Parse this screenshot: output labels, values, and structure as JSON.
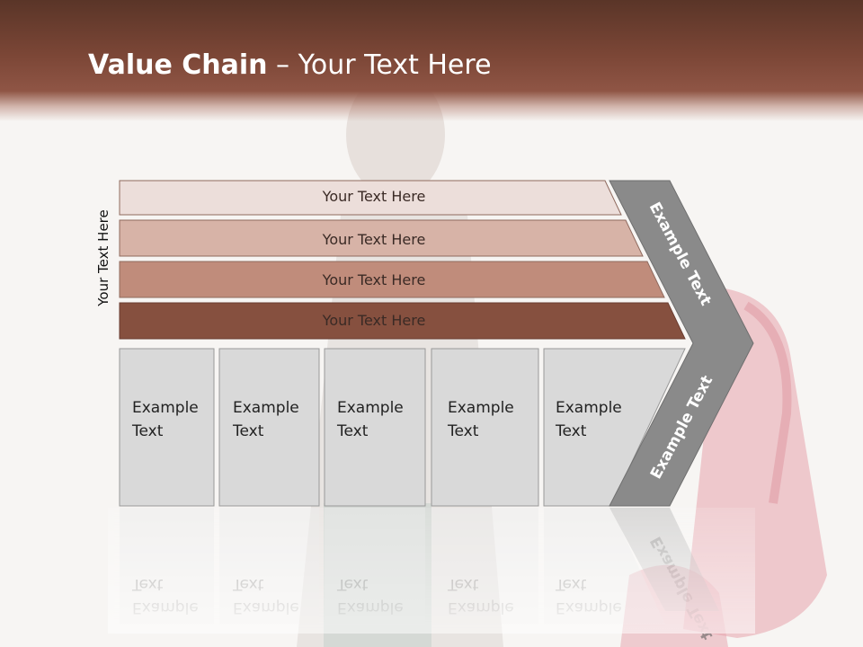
{
  "title": {
    "bold": "Value Chain",
    "rest": " – Your Text Here"
  },
  "side_label": "Your Text Here",
  "bars": [
    {
      "label": "Your Text Here",
      "color": "#ecdeda"
    },
    {
      "label": "Your Text Here",
      "color": "#d7b3a7"
    },
    {
      "label": "Your Text Here",
      "color": "#c08c7b"
    },
    {
      "label": "Your Text Here",
      "color": "#86503f"
    }
  ],
  "columns": [
    {
      "line1": "Example",
      "line2": "Text"
    },
    {
      "line1": "Example",
      "line2": "Text"
    },
    {
      "line1": "Example",
      "line2": "Text"
    },
    {
      "line1": "Example",
      "line2": "Text"
    },
    {
      "line1": "Example",
      "line2": "Text"
    }
  ],
  "chevron": {
    "upper": "Example Text",
    "lower": "Example Text"
  },
  "colors": {
    "header": "#7b4636",
    "column_fill": "#d9d9d9",
    "chevron": "#8a8a8a"
  }
}
